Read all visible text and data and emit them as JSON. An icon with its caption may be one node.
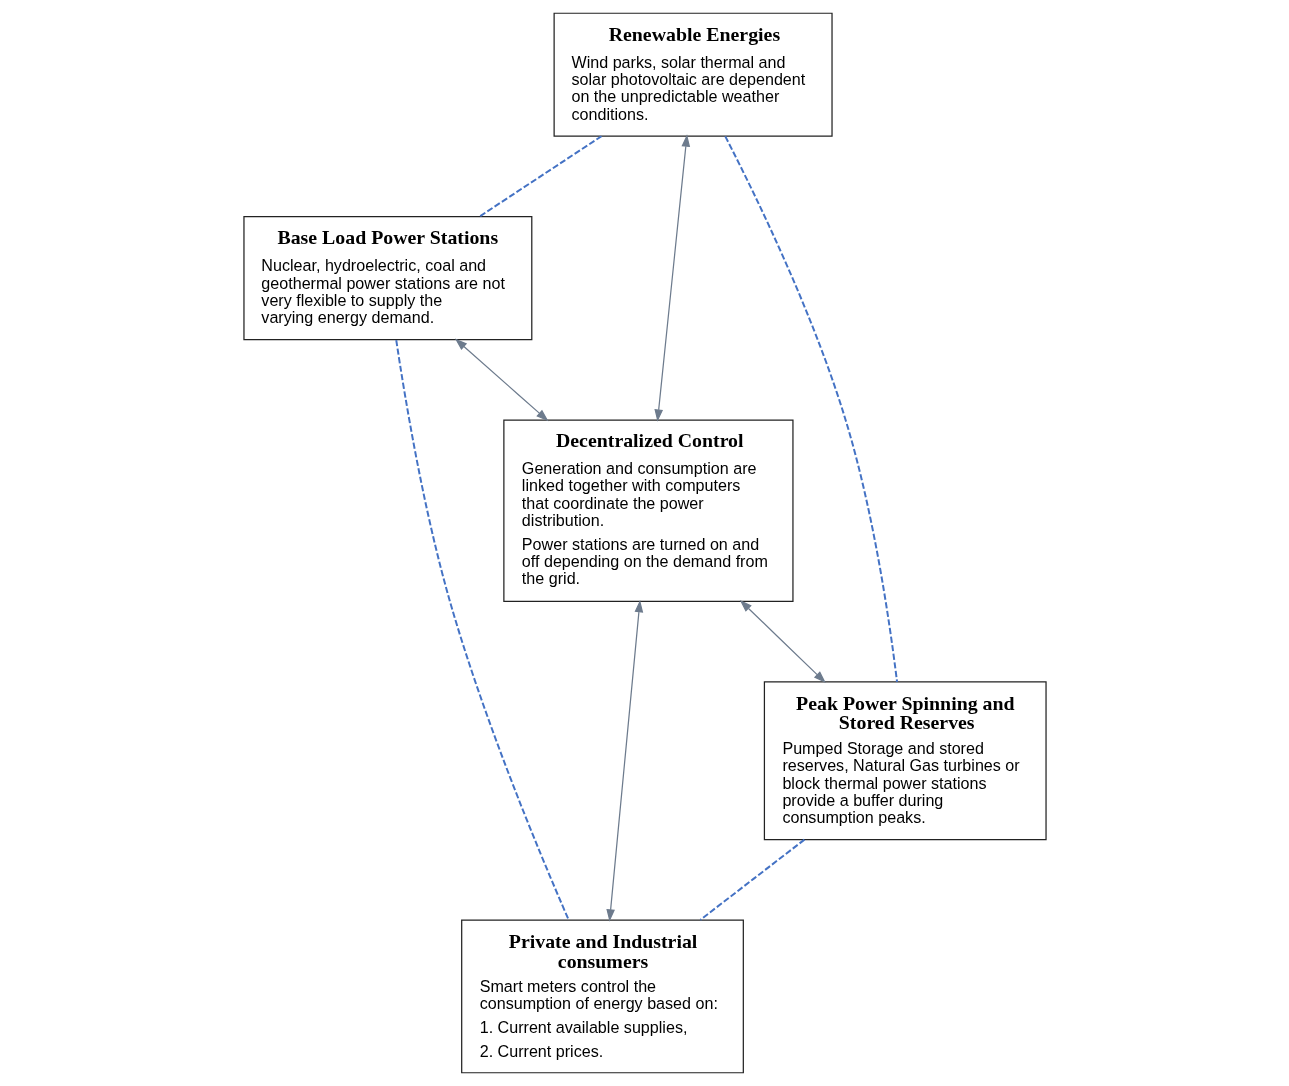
{
  "diagram": {
    "nodes": [
      {
        "text": [
          "Renewable Energies",
          "Wind parks, solar thermal and solar photovoltaic are dependent on the unpredictable weather conditions."
        ]
      },
      {
        "text": [
          "Base Load Power Stations",
          "Nuclear, hydroelectric, coal and geothermal power stations are not very flexible to supply the varying energy demand."
        ]
      },
      {
        "text": [
          "Decentralized Control",
          "Generation and consumption are linked together with computers that coordinate the power distribution.",
          "Power stations are turned on and off depending on the demand from the grid."
        ]
      },
      {
        "text": [
          "Peak Power Spinning and Stored Reserves",
          "Pumped Storage and stored reserves, Natural Gas turbines or block thermal power stations provide a buffer during consumption peaks."
        ]
      },
      {
        "text": [
          "Private and Industrial consumers",
          "Smart meters control the consumption of energy based on:",
          "1. Current available supplies,",
          "2. Current prices."
        ]
      }
    ],
    "edges": [
      {
        "from": 0,
        "to": 1,
        "arrow": "none",
        "style": "dashed",
        "color": "#4472c4"
      },
      {
        "from": 0,
        "to": 2,
        "arrow": "both"
      },
      {
        "from": 1,
        "to": 2,
        "arrow": "both"
      },
      {
        "from": 0,
        "to": 3,
        "arrow": "none",
        "style": "dashed",
        "color": "#4472c4"
      },
      {
        "from": 1,
        "to": 4,
        "arrow": "none",
        "style": "dashed",
        "color": "#4472c4"
      },
      {
        "from": 2,
        "to": 3,
        "arrow": "both"
      },
      {
        "from": 2,
        "to": 4,
        "arrow": "both"
      },
      {
        "from": 3,
        "to": 4,
        "arrow": "none",
        "style": "dashed",
        "color": "#4472c4"
      }
    ]
  }
}
